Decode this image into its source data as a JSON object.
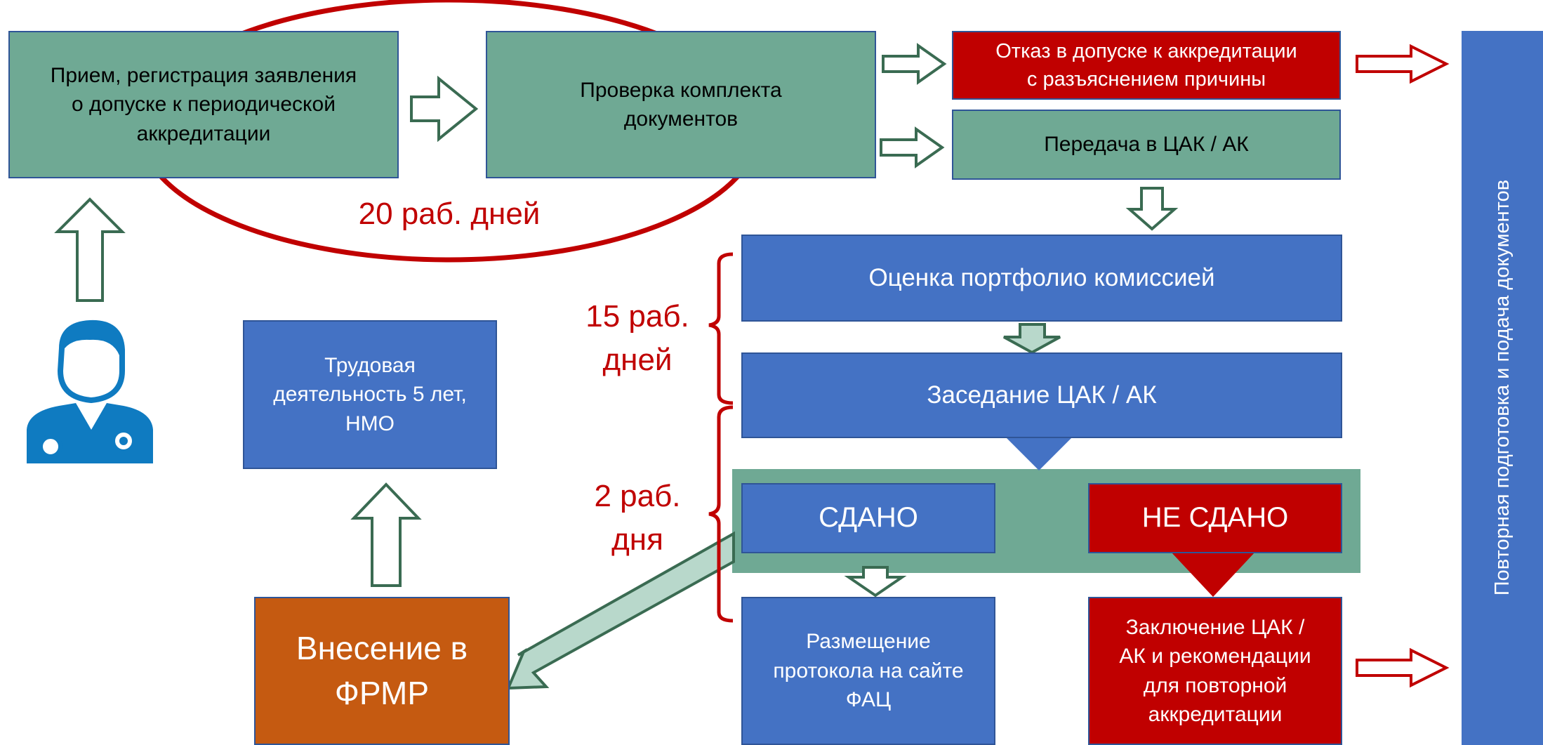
{
  "boxes": {
    "application": "Прием, регистрация заявления\nо допуске к периодической\nаккредитации",
    "check_docs": "Проверка комплекта\nдокументов",
    "refusal": "Отказ в допуске к аккредитации\nс разъяснением причины",
    "transfer": "Передача в ЦАК / АК",
    "portfolio": "Оценка портфолио комиссией",
    "meeting": "Заседание ЦАК / АК",
    "passed": "СДАНО",
    "failed": "НЕ СДАНО",
    "work": "Трудовая\nдеятельность 5 лет,\nНМО",
    "frmr": "Внесение в\nФРМР",
    "protocol": "Размещение\nпротокола на сайте\nФАЦ",
    "conclusion": "Заключение ЦАК /\nАК и рекомендации\nдля повторной\nаккредитации",
    "resubmit": "Повторная подготовка и подача документов"
  },
  "durations": {
    "twenty_days": "20 раб. дней",
    "fifteen_days": "15 раб.\nдней",
    "two_days": "2 раб.\nдня"
  },
  "colors": {
    "green": "#6fa994",
    "blue": "#4472c4",
    "red": "#c00000",
    "orange": "#c55a11",
    "arrow_outline": "#3a6b52",
    "arrow_fill_light": "#b8d8cb"
  },
  "icons": {
    "doctor": "doctor-icon"
  }
}
